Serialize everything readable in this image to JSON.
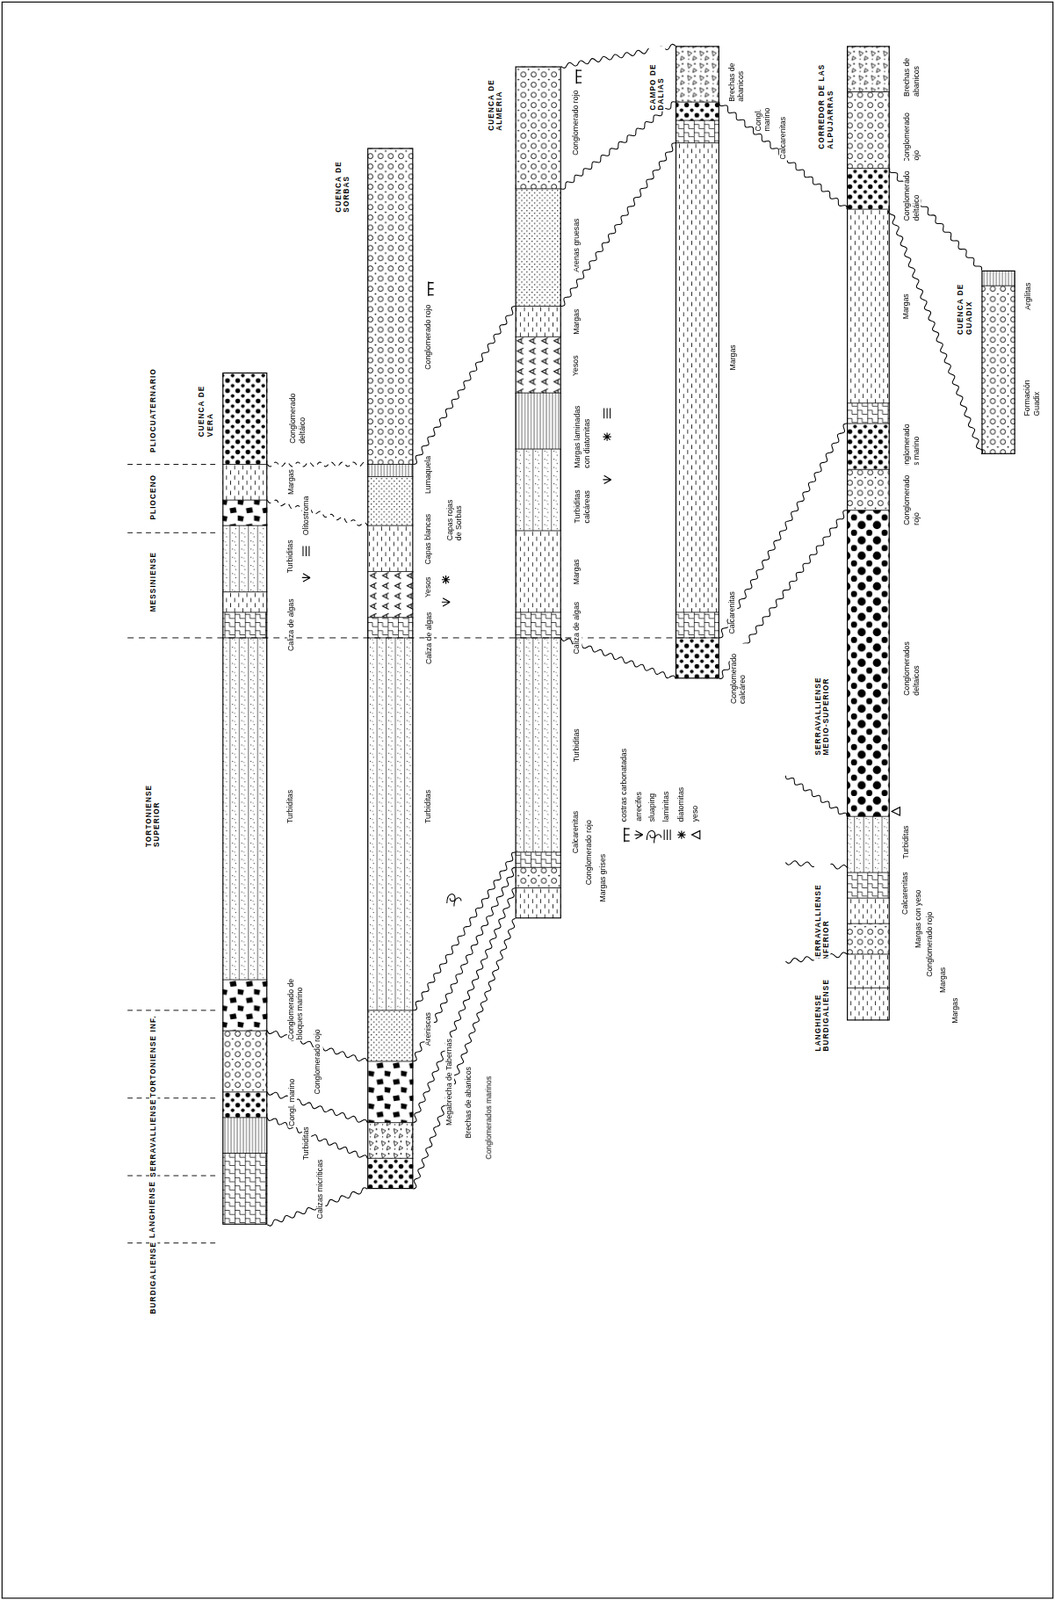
{
  "diagram": {
    "nodes": [
      {
        "text": [
          "CUENCA DE VERA"
        ]
      },
      {
        "text": [
          "CUENCA DE SORBAS"
        ]
      },
      {
        "text": [
          "CUENCA DE ALMERIA"
        ]
      },
      {
        "text": [
          "CAMPO DE DALIAS"
        ]
      },
      {
        "text": [
          "CORREDOR DE LAS ALPUJARRAS"
        ]
      },
      {
        "text": [
          "CUENCA DE GUADIX"
        ]
      }
    ],
    "labels": [
      "PLIOCUATERNARIO",
      "PLIOCENO",
      "MESSINIENSE",
      "TORTONIENSE SUPERIOR",
      "TORTONIENSE INF.",
      "SERRAVALLIENSE",
      "LANGHIENSE",
      "BURDIGALIENSE",
      "Conglomerado deltáico",
      "Margas",
      "Olitostroma",
      "Turbiditas",
      "Caliza de algas",
      "Turbiditas",
      "Conglomerado de bloques marino",
      "Conglomerado rojo",
      "Congl. marino",
      "Turbiditas",
      "Calizas micríticas",
      "Conglomerado rojo",
      "Lumaquela",
      "Capas rojas de Sorbas",
      "Capas blancas",
      "Yesos",
      "Caliza de algas",
      "Turbiditas",
      "Areniscas",
      "Megabrecha de Tabernas",
      "Brechas de abanicos",
      "Conglomerados marinos",
      "Conglomerado rojo",
      "Arenas gruesas",
      "Margas",
      "Yesos",
      "Margas laminadas con diatomitas",
      "Turbiditas calcáreas",
      "Margas",
      "Caliza de algas",
      "Turbiditas",
      "Calcarenitas",
      "Conglomerado rojo",
      "Margas grises",
      "Brechas de abanicos",
      "Congl. marino",
      "Calcarenitas",
      "Margas",
      "Calcarenitas",
      "Conglomerado calcáreo",
      "Brechas de abanicos",
      "Conglomerado rojo",
      "Conglomerado deltáico",
      "Margas",
      "Conglomerado gris marino",
      "Conglomerado rojo",
      "Conglomerados deltaicos",
      "Turbiditas",
      "Calcarenitas",
      "Margas con yeso",
      "Conglomerado rojo",
      "Margas",
      "Margas",
      "SERRAVALLIENSE MEDIO-SUPERIOR",
      "SERRAVALLIENSE INFERIOR",
      "LANGHIENSE BURDIGALIENSE",
      "Argilitas",
      "Formación Guadix"
    ],
    "legend": [
      {
        "text": "costras carbonatadas"
      },
      {
        "text": "arrecifes"
      },
      {
        "text": "sluaping"
      },
      {
        "text": "laminitas"
      },
      {
        "text": "diatomitas"
      },
      {
        "text": "yeso"
      }
    ]
  }
}
